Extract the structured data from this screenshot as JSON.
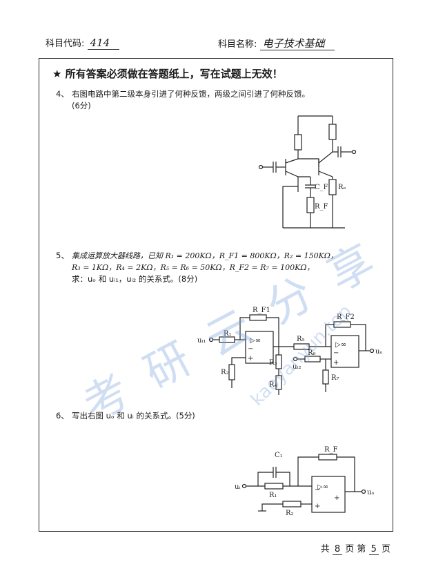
{
  "header": {
    "code_label": "科目代码:",
    "code_value": "414",
    "name_label": "科目名称:",
    "name_value": "电子技术基础"
  },
  "notice": "★ 所有答案必须做在答题纸上，写在试题上无效！",
  "questions": [
    {
      "num": "4、",
      "text": "右图电路中第二级本身引进了何种反馈，两级之间引进了何种反馈。",
      "score": "(6分)"
    },
    {
      "num": "5、",
      "line1": "集成运算放大器线路，已知 R₁ = 200KΩ，R_F1 = 800KΩ，R₂ = 150KΩ，",
      "line2": "R₃ = 1KΩ，R₄ = 2KΩ，R₅ = R₆ = 50KΩ，R_F2 = R₇ = 100KΩ，",
      "line3": "求：uₒ 和 uᵢ₁，uᵢ₂ 的关系式。(8分)"
    },
    {
      "num": "6、",
      "text": "写出右图 uₒ 和 uᵢ 的关系式。(5分)"
    }
  ],
  "circuit1": {
    "cf": "C_F",
    "re": "Rₑ",
    "rf": "R_F"
  },
  "circuit2": {
    "rf1": "R_F1",
    "r1": "R₁",
    "ui1": "uᵢ₁",
    "r2": "R₂",
    "r3": "R₃",
    "r4": "R₄",
    "r5": "R₅",
    "r6": "R₆",
    "ui2": "uᵢ₂",
    "rf2": "R_F2",
    "r7": "R₇",
    "uo": "uₒ",
    "amp_sym": "▷∞",
    "minus": "−",
    "plus": "+"
  },
  "circuit3": {
    "c1": "C₁",
    "rf": "R_F",
    "ui": "uᵢ",
    "r1": "R₁",
    "r2": "R₂",
    "uo": "uₒ",
    "amp_sym": "▷∞",
    "minus": "−",
    "plus": "+"
  },
  "watermark": {
    "text1": "考 研 云 分 享",
    "text2": "kaoyanyun.top"
  },
  "footer": {
    "total_prefix": "共",
    "total": "8",
    "total_suffix": "页 第",
    "page": "5",
    "page_suffix": "页"
  }
}
